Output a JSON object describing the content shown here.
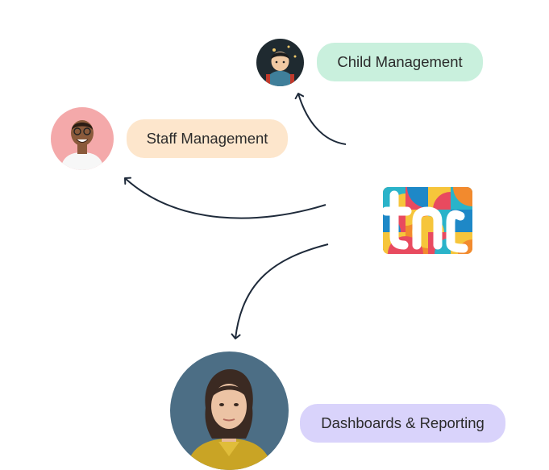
{
  "nodes": {
    "child": {
      "label": "Child Management",
      "color": "#c9f0dd"
    },
    "staff": {
      "label": "Staff Management",
      "color": "#fde6cc"
    },
    "dashboards": {
      "label": "Dashboards & Reporting",
      "color": "#d9d3fb"
    }
  },
  "logo": {
    "name": "tnc-logo-icon"
  },
  "arrow_color": "#1e2a3a"
}
